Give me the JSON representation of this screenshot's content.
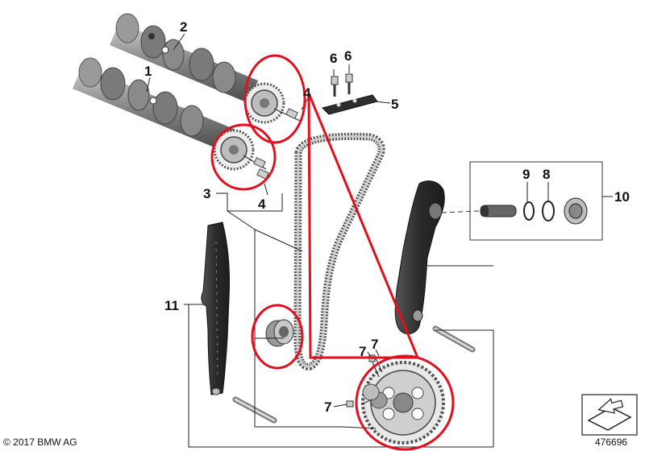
{
  "callouts": {
    "c1": "1",
    "c2": "2",
    "c3": "3",
    "c4a": "4",
    "c4b": "4",
    "c5": "5",
    "c6a": "6",
    "c6b": "6",
    "c7a": "7",
    "c7b": "7",
    "c7c": "7",
    "c8": "8",
    "c9": "9",
    "c10": "10",
    "c11": "11"
  },
  "footer": {
    "copyright": "© 2017 BMW AG",
    "diagram_id": "476696"
  },
  "colors": {
    "highlight": "#e0101e",
    "part_dark": "#2a2a2a",
    "part_gray": "#8c8c8c",
    "line": "#222222"
  }
}
